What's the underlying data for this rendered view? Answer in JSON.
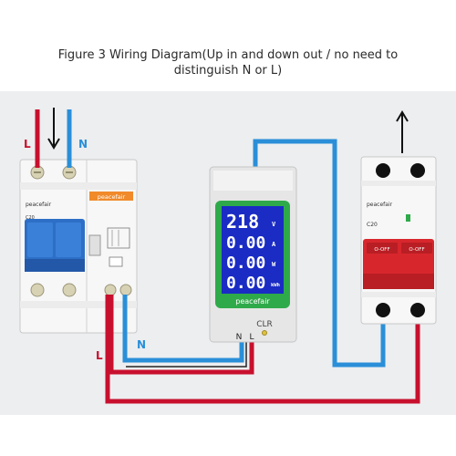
{
  "title": {
    "line1": "Figure 3 Wiring Diagram(Up in and down out / no need to",
    "line2": "distinguish N or L)"
  },
  "labels": {
    "top_L": "L",
    "top_N": "N",
    "bottom_L": "L",
    "bottom_N": "N"
  },
  "breaker_left": {
    "brand": "peacefair",
    "rating": "C20",
    "rcd_brand": "peacefair"
  },
  "meter": {
    "voltage": "218",
    "voltage_unit": "V",
    "current": "0.00",
    "current_unit": "A",
    "power": "0.00",
    "power_unit": "W",
    "energy": "0.00",
    "energy_unit": "kWh",
    "brand": "peacefair",
    "clr": "CLR",
    "terminal_n": "N",
    "terminal_l": "L"
  },
  "breaker_right": {
    "brand": "peacefair",
    "rating": "C20",
    "off_left": "O-OFF",
    "off_right": "O-OFF"
  },
  "colors": {
    "live": "#c8102e",
    "neutral": "#2a8fd8",
    "breaker_blue": "#2d6fc6",
    "breaker_red": "#d8262d",
    "lcd_border": "#2faa4a",
    "lcd_bg": "#1a2cc4"
  }
}
